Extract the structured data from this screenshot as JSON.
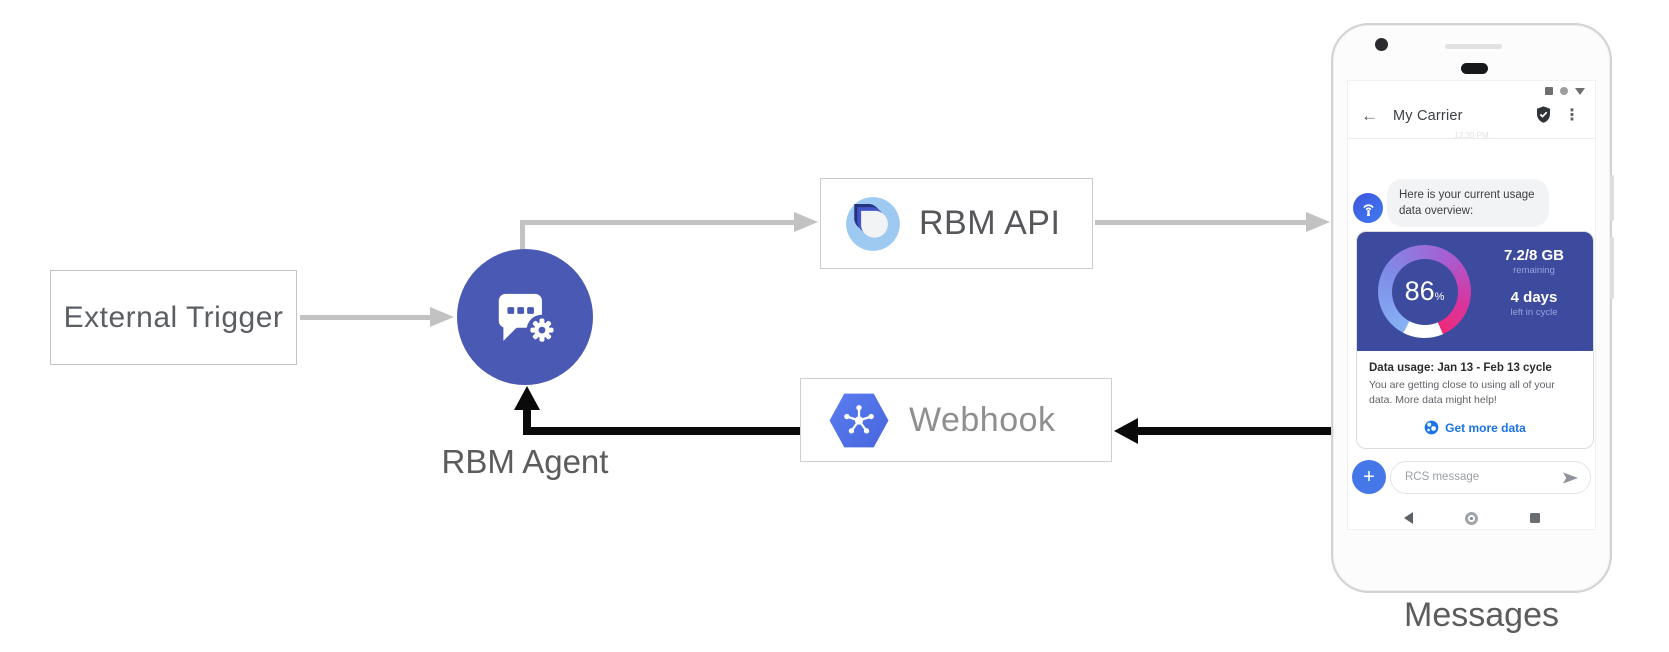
{
  "diagram": {
    "external_trigger_label": "External Trigger",
    "rbm_agent_label": "RBM Agent",
    "rbm_api_label": "RBM API",
    "webhook_label": "Webhook",
    "phone_caption": "Messages"
  },
  "phone": {
    "header": {
      "title": "My Carrier"
    },
    "chat": {
      "timestamp": "12:30 PM",
      "agent_message": "Here is your current usage data overview:",
      "usage_card": {
        "percent": "86",
        "percent_unit": "%",
        "remaining_value": "7.2/8 GB",
        "remaining_label": "remaining",
        "cycle_value": "4 days",
        "cycle_label": "left in cycle",
        "title": "Data usage: Jan 13 - Feb 13 cycle",
        "body": "You are getting close to using all of your data. More data might help!",
        "action_label": "Get more data"
      }
    },
    "compose": {
      "placeholder": "RCS message",
      "plus_label": "+",
      "menu_dots": "⋮",
      "back_glyph": "←"
    }
  },
  "icons": {
    "agent-icon": "speech bubble with dots and gear",
    "rbm-api-logo": "layered teardrops in light blue circle",
    "webhook-icon": "blue hexagon with hub and spokes",
    "avatar-icon": "broadcast antenna",
    "verified-shield-icon": "shield with checkmark",
    "globe-icon": "globe",
    "send-icon": "send arrow"
  },
  "colors": {
    "agent_indigo": "#4A59B4",
    "card_blue": "#3C4B9E",
    "action_blue": "#1A73E8",
    "arrow_gray": "#C2C2C2",
    "arrow_black": "#0A0A0A",
    "gauge_gradient": [
      "#87B2F3",
      "#7E8CE8",
      "#A75ED2",
      "#EE2A7B"
    ]
  }
}
